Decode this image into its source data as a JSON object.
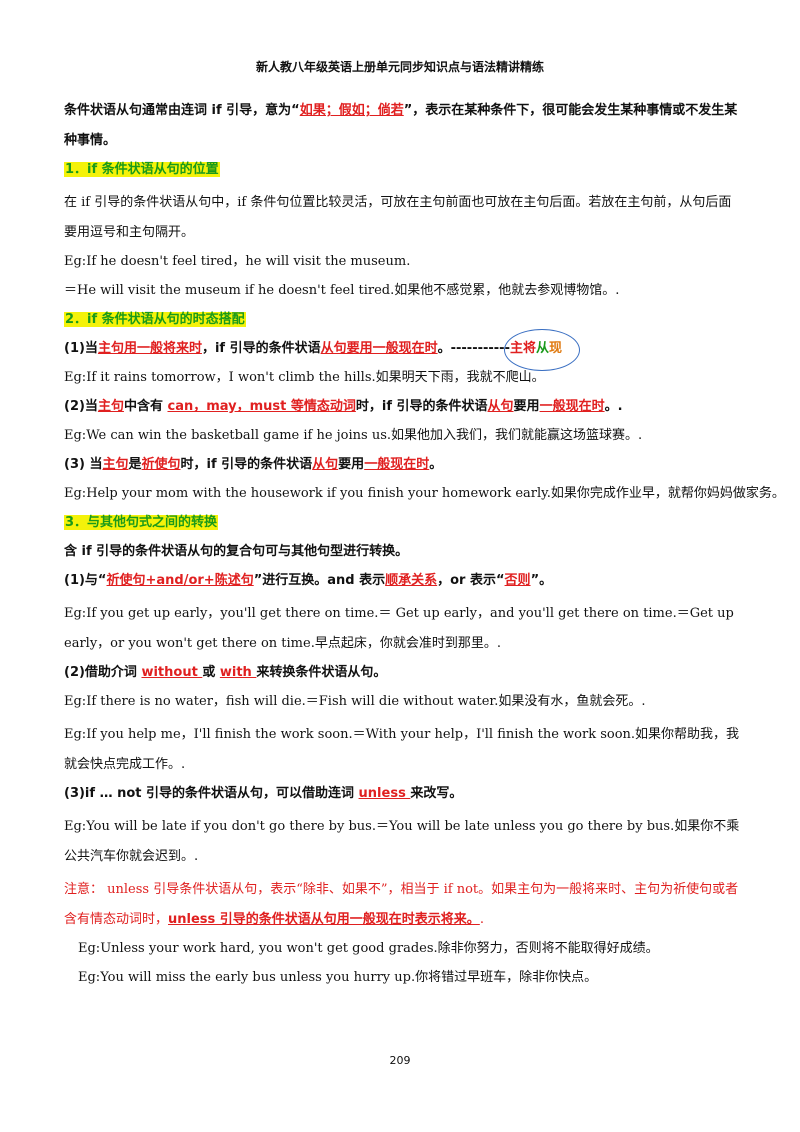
{
  "header": "新人教八年级英语上册单元同步知识点与语法精讲精练",
  "intro": {
    "p1": "条件状语从句通常由连词 if 引导，意为“",
    "p1_red": "如果；假如；倘若",
    "p1_end": "”，表示在某种条件下，很可能会发生某种事情或不发生某种事情。"
  },
  "sec1": {
    "title": "1．if 条件状语从句的位置",
    "para": "在  if 引导的条件状语从句中，if 条件句位置比较灵活，可放在主句前面也可放在主句后面。若放在主句前，从句后面要用逗号和主句隔开。",
    "ex1": "Eg:If he doesn't feel tired，he will visit the museum.",
    "ex2": "＝He will visit the museum if he doesn't feel tired.如果他不感觉累，他就去参观博物馆。."
  },
  "sec2": {
    "title": "2．if 条件状语从句的时态搭配",
    "r1": {
      "a": "(1)当",
      "b": "主句用一般将来时",
      "c": "，if 引导的条件状语",
      "d": "从句要用一般现在时",
      "e": "。-----------",
      "f": "主将",
      "g": "从",
      "h": "现"
    },
    "ex1": "Eg:If it rains tomorrow，I won't climb the hills.如果明天下雨，我就不爬山。",
    "r2": {
      "a": "(2)当",
      "b": "主句",
      "c": "中含有 ",
      "d": "can，may，must 等情态动词",
      "e": "时，if 引导的条件状语",
      "f": "从句",
      "g": "要用",
      "h": "一般现在时",
      "i": "。."
    },
    "ex2": "Eg:We can win the basketball game if he joins us.如果他加入我们，我们就能赢这场篮球赛。.",
    "r3": {
      "a": "(3) 当",
      "b": "主句",
      "c": "是",
      "d": "祈使句",
      "e": "时，if 引导的条件状语",
      "f": "从句",
      "g": "要用",
      "h": "一般现在时",
      "i": "。"
    },
    "ex3": "Eg:Help your mom with the housework if you finish your homework early.如果你完成作业早，就帮你妈妈做家务。"
  },
  "sec3": {
    "title": "3．与其他句式之间的转换",
    "lead": "含 if 引导的条件状语从句的复合句可与其他句型进行转换。",
    "r1": {
      "a": "(1)与“",
      "b": "祈使句+and/or+陈述句",
      "c": "”进行互换。and 表示",
      "d": "顺承关系",
      "e": "，or 表示“",
      "f": "否则",
      "g": "”。"
    },
    "ex1": "Eg:If you get up early，you'll get there on time.＝  Get up early，and you'll get there on time.＝Get up early，or you won't get there on time.早点起床，你就会准时到那里。.",
    "r2": {
      "a": "(2)借助介词 ",
      "b": "without ",
      "c": "或 ",
      "d": "with ",
      "e": "来转换条件状语从句。"
    },
    "ex2": "Eg:If there is no water，fish will die.＝Fish will die without water.如果没有水，鱼就会死。.",
    "ex3": "Eg:If you help me，I'll finish the work soon.＝With your help，I'll finish the work soon.如果你帮助我，我就会快点完成工作。.",
    "r3": {
      "a": "(3)if … not 引导的条件状语从句，可以借助连词 ",
      "b": "unless ",
      "c": "来改写。"
    },
    "ex4": "Eg:You will be late if you don't go there by bus.＝You will be late unless you go there by bus.如果你不乘公共汽车你就会迟到。.",
    "note": {
      "a": "注意：  unless 引导条件状语从句，表示“除非、如果不”，相当于 if not。如果主句为一般将来时、主句为祈使句或者含有情态动词时，",
      "b": "unless 引导的条件状语从句用一般现在时表示将来。",
      "c": "."
    },
    "ex5": "Eg:Unless your work hard, you won't get good grades.除非你努力，否则将不能取得好成绩。",
    "ex6": "Eg:You will miss the early bus unless you hurry up.你将错过早班车，除非你快点。"
  },
  "footer": "209"
}
